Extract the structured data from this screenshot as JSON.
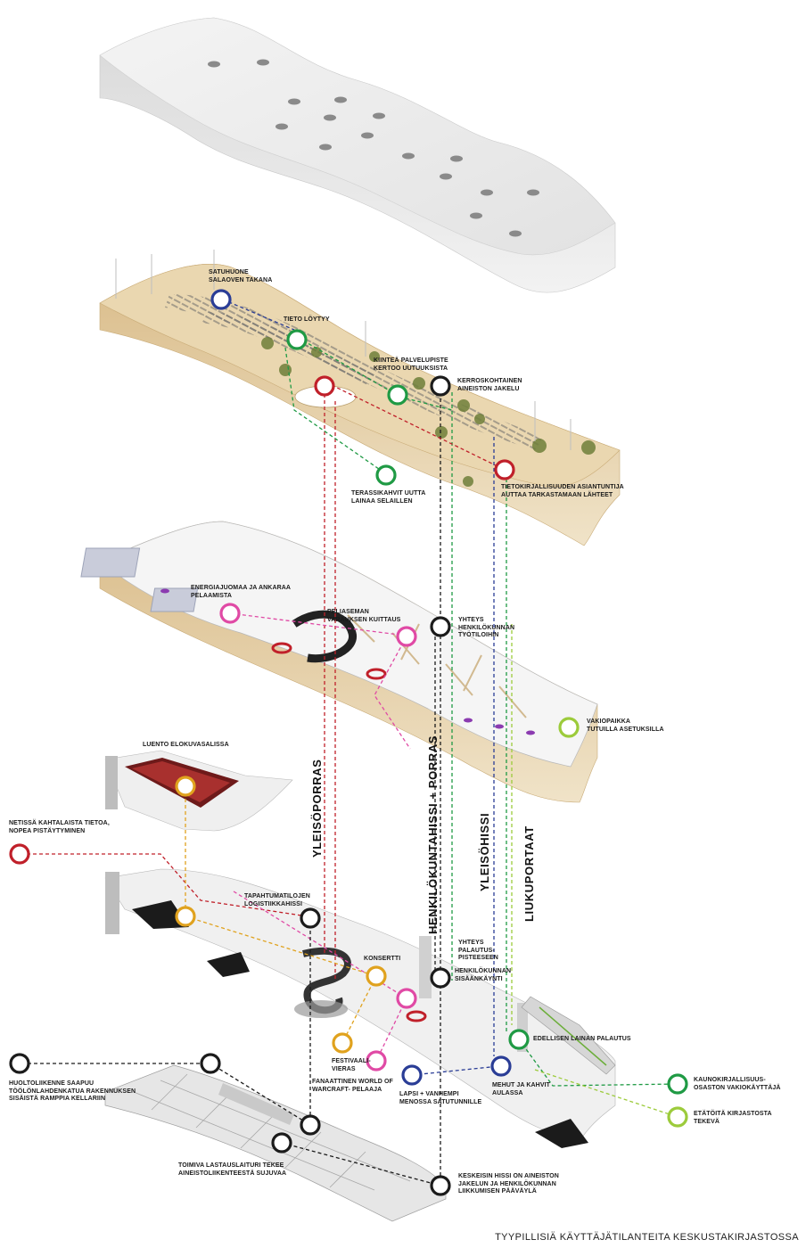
{
  "colors": {
    "red": "#c0202a",
    "blue": "#2a3d96",
    "green": "#1f9a44",
    "black": "#1b1b1b",
    "pink": "#e04aa5",
    "purple": "#8b2fa0",
    "orange": "#e0a21e",
    "lime": "#9ccb3b",
    "wood": "#e7d2a9",
    "roof": "#ececec"
  },
  "labels": {
    "satuhuone": "SATUHUONE\nSALAOVEN TAKANA",
    "tieto_loytyy": "TIETO LÖYTYY",
    "kiintea": "KIINTEÄ PALVELUPISTE\nKERTOO UUTUUKSISTA",
    "kerroskohtainen": "KERROSKOHTAINEN\nAINEISTON JAKELU",
    "terassikahvit": "TERASSIKAHVIT UUTTA\nLAINAA SELAILLEN",
    "tietokirjallisuus": "TIETOKIRJALLISUUDEN ASIANTUNTIJA\nAUTTAA TARKASTAMAAN LÄHTEET",
    "energiajuomaa": "ENERGIAJUOMAA JA ANKARAA\nPELAAMISTA",
    "peliaseman": "PELIASEMAN\nVARAUKSEN KUITTAUS",
    "yhteys_henkilokunnan": "YHTEYS\nHENKILÖKUNNAN\nTYÖTILOIHIN",
    "vakiopaikka": "VAKIOPAIKKA\nTUTUILLA ASETUKSILLA",
    "luento": "LUENTO ELOKUVASALISSA",
    "netissa": "NETISSÄ KAHTALAISTA TIETOA,\nNOPEA PISTÄYTYMINEN",
    "tapahtumatilojen": "TAPAHTUMATILOJEN\nLOGISTIIKKAHISSI",
    "yhteys_palautus": "YHTEYS\nPALAUTUS-\nPISTEESEEN",
    "konsertti": "KONSERTTI",
    "henkilokunnan_sisaankaynti": "HENKILÖKUNNAN\nSISÄÄNKÄYNTI",
    "festivaali": "FESTIVAALI-\nVIERAS",
    "edellisen": "EDELLISEN LAINAN PALAUTUS",
    "fanaattinen": "FANAATTINEN WORLD OF\nWARCRAFT- PELAAJA",
    "lapsi": "LAPSI + VANHEMPI\nMENOSSA SATUTUNNILLE",
    "mehut": "MEHUT JA KAHVIT\nAULASSA",
    "kaunokirjallisuus": "KAUNOKIRJALLISUUS-\nOSASTON VAKIOKÄYTTÄJÄ",
    "etatoita": "ETÄTÖITÄ KIRJASTOSTA\nTEKEVÄ",
    "huoltoliikenne": "HUOLTOLIIKENNE SAAPUU\nTÖÖLÖNLAHDENKATUA RAKENNUKSEN\nSISÄISTÄ RAMPPIA KELLARIIN",
    "toimiva": "TOIMIVA LASTAUSLAITURI TEKEE\nAINEISTOLIIKENTEESTÄ SUJUVAA",
    "keskeisin": "KESKEISIN HISSI ON AINEISTON\nJAKELUN JA HENKILÖKUNNAN\nLIIKKUMISEN PÄÄVÄYLÄ"
  },
  "vertical_labels": {
    "yleisoporras": "YLEISÖPORRAS",
    "henkilokuntahissi": "HENKILÖKUNTAHISSI + PORRAS",
    "yleisohissi": "YLEISÖHISSI",
    "liukuportaat": "LIUKUPORTAAT"
  },
  "caption": "TYYPILLISIÄ KÄYTTÄJÄTILANTEITA KESKUSTAKIRJASTOSSA"
}
